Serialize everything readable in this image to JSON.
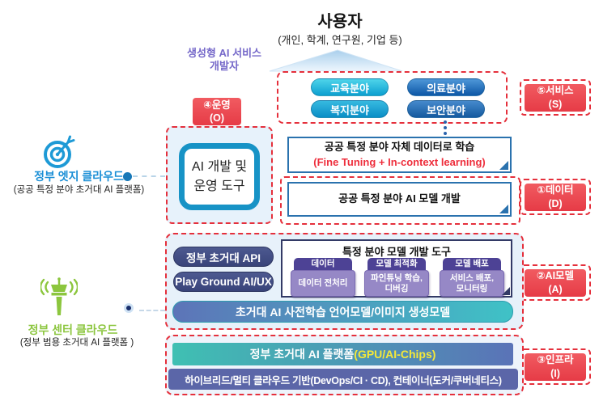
{
  "header": {
    "user_title": "사용자",
    "user_subtitle": "(개인, 학계, 연구원, 기업 등)",
    "developer_label": "생성형 AI 서비스\n개발자"
  },
  "badges": {
    "operation": "④운영\n(O)",
    "service": "⑤서비스\n(S)",
    "data": "①데이터\n(D)",
    "ai_model": "②AI모델\n(A)",
    "infra": "③인프라\n(I)"
  },
  "services": {
    "items": [
      {
        "label": "교육분야"
      },
      {
        "label": "의료분야"
      },
      {
        "label": "복지분야"
      },
      {
        "label": "보안분야"
      }
    ]
  },
  "edge_cloud": {
    "icon": "target-dart-icon",
    "title": "정부 엣지 클라우드",
    "subtitle": "(공공 특정 분야 초거대 AI 플랫폼)",
    "tool_box": "AI 개발 및\n운영 도구",
    "learning_title": "공공 특정 분야 자체 데이터로 학습",
    "learning_sub": "(Fine Tuning + In-context learning)",
    "model_dev": "공공 특정 분야 AI 모델 개발"
  },
  "center_cloud": {
    "icon": "control-tower-icon",
    "title": "정부 센터 클라우드",
    "subtitle": "(정부 범용 초거대 AI 플랫폼 )"
  },
  "model_section": {
    "api_button": "정부 초거대 API",
    "playground_button": "Play Ground AI/UX",
    "tools_title": "특정 분야 모델 개발 도구",
    "tools": [
      {
        "header": "데이터",
        "body": "데이터 전처리"
      },
      {
        "header": "모델 최적화",
        "body": "파인튜닝 학습,\n디버깅"
      },
      {
        "header": "모델 배포",
        "body": "서비스 배포,\n모니터링"
      }
    ],
    "pretrain_bar": "초거대 AI 사전학습 언어모델/이미지 생성모델"
  },
  "infra_section": {
    "platform_bar": "정부 초거대 AI 플랫폼",
    "platform_highlight": "(GPU/AI-Chips)",
    "cloud_bar": "하이브리드/멀티 클라우드 기반(DevOps/CI · CD), 컨테이너(도커/쿠버네티스)"
  },
  "colors": {
    "badge_red": "#ee4550",
    "dashed_red": "#e5303c",
    "section_bg": "#e7f1fa",
    "navy_button": "#3e4a80",
    "purple_header": "#4d4295",
    "purple_body": "#9688c6",
    "teal_bar": "#3fc2c6",
    "edge_blue": "#1b8fd6",
    "center_green": "#8cc63f",
    "highlight_yellow": "#f5e838",
    "developer_purple": "#7568c9"
  }
}
